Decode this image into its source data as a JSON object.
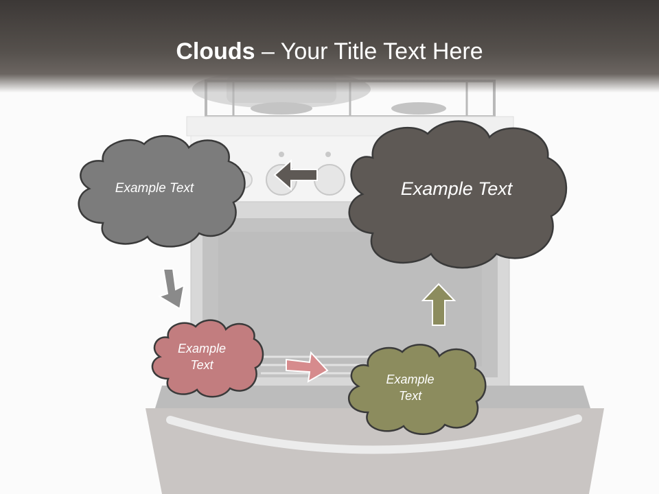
{
  "title": {
    "bold": "Clouds",
    "rest": " – Your Title Text Here"
  },
  "clouds": [
    {
      "id": "gray",
      "label": "Example Text",
      "fill": "#7c7c7c"
    },
    {
      "id": "charcoal",
      "label": "Example Text",
      "fill": "#5e5955"
    },
    {
      "id": "pink",
      "label_line1": "Example",
      "label_line2": "Text",
      "fill": "#c27d7f"
    },
    {
      "id": "olive",
      "label_line1": "Example",
      "label_line2": "Text",
      "fill": "#8c8c5e"
    }
  ],
  "arrows": {
    "left": "#5e5955",
    "down": "#8a8a8a",
    "right": "#d68b8d",
    "up": "#8c8c5e"
  },
  "stroke": "#3a3a3a"
}
